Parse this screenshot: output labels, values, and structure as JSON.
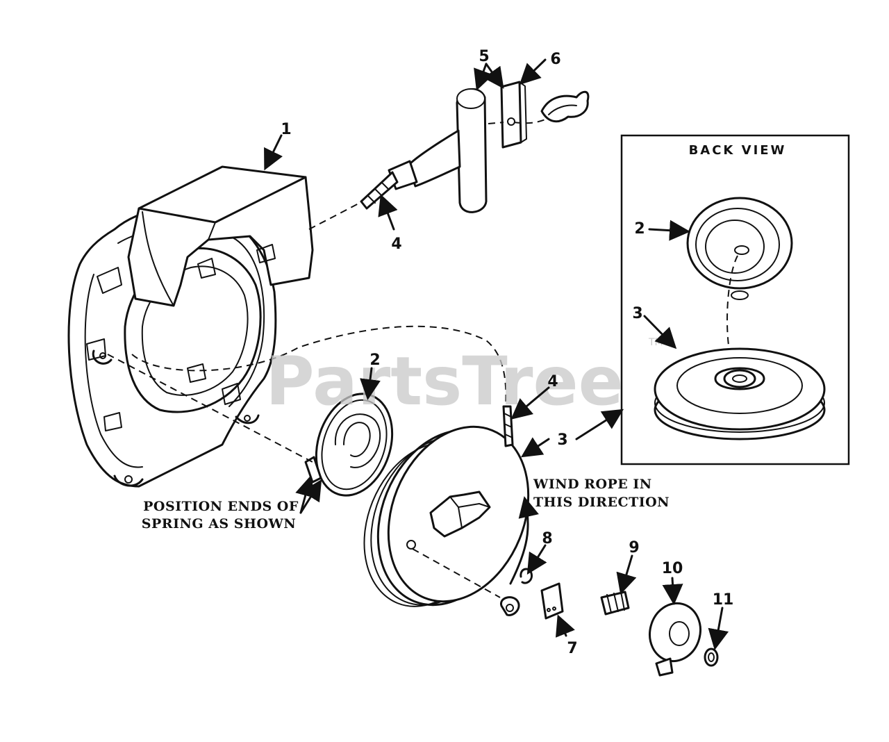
{
  "watermark": {
    "text": "PartsTree",
    "trademark": "TM"
  },
  "back_view": {
    "title": "BACK VIEW"
  },
  "callouts": {
    "c1": "1",
    "c2_main": "2",
    "c3_main": "3",
    "c4_top": "4",
    "c4_mid": "4",
    "c5": "5",
    "c6": "6",
    "c7": "7",
    "c8": "8",
    "c9": "9",
    "c10": "10",
    "c11": "11",
    "c2_back": "2",
    "c3_back": "3"
  },
  "notes": {
    "position_line1": "POSITION ENDS OF",
    "position_line2": "SPRING AS SHOWN",
    "wind_line1": "WIND ROPE IN",
    "wind_line2": "THIS DIRECTION"
  }
}
